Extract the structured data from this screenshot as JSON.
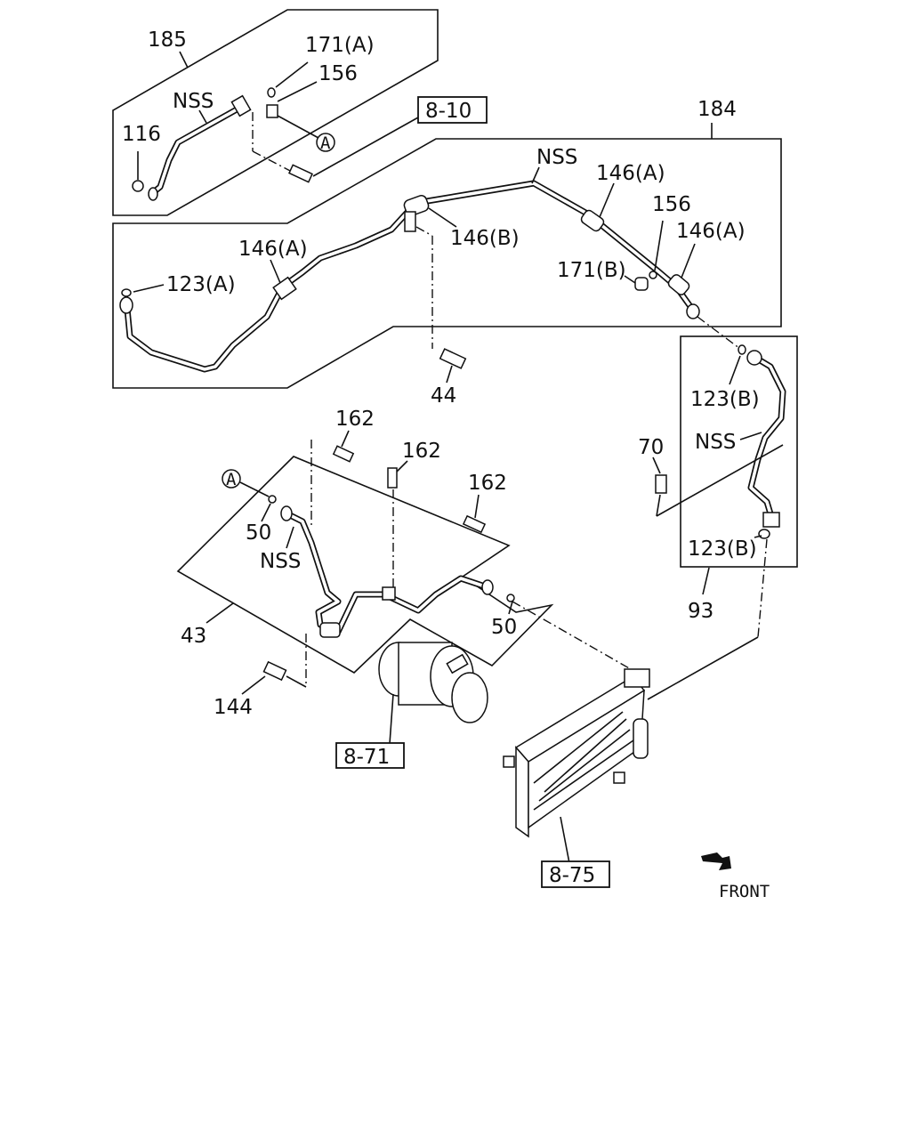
{
  "labels": {
    "l185": "185",
    "l171a_top": "171(A)",
    "l156_top": "156",
    "lnss_1": "NSS",
    "l116": "116",
    "l810": "8-10",
    "l184": "184",
    "lnss_2": "NSS",
    "l146a_1": "146(A)",
    "l156_mid": "156",
    "l146a_2": "146(A)",
    "l146b": "146(B)",
    "l171b": "171(B)",
    "l146a_3": "146(A)",
    "l123a": "123(A)",
    "l44": "44",
    "l123b_1": "123(B)",
    "lnss_3": "NSS",
    "l70": "70",
    "l123b_2": "123(B)",
    "l93": "93",
    "l162_1": "162",
    "l162_2": "162",
    "l162_3": "162",
    "lA_1": "A",
    "lA_2": "A",
    "l50_1": "50",
    "lnss_4": "NSS",
    "l43": "43",
    "l50_2": "50",
    "l144": "144",
    "l871": "8-71",
    "l875": "8-75",
    "lfront": "FRONT"
  }
}
